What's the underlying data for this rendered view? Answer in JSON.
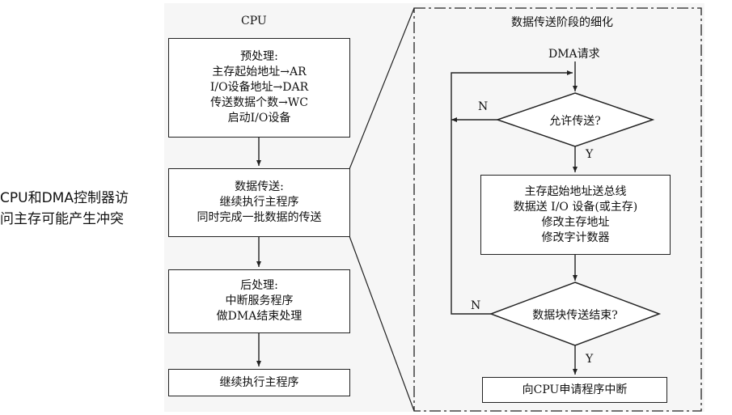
{
  "side_note": {
    "line1": "CPU和DMA控制器访",
    "line2": "问主存可能产生冲突"
  },
  "left": {
    "title": "CPU",
    "pre": {
      "heading": "预处理:",
      "lines": [
        "主存起始地址→AR",
        "I/O设备地址→DAR",
        "传送数据个数→WC",
        "启动I/O设备"
      ]
    },
    "transfer": {
      "heading": "数据传送:",
      "lines": [
        "继续执行主程序",
        "同时完成一批数据的传送"
      ]
    },
    "post": {
      "heading": "后处理:",
      "lines": [
        "中断服务程序",
        "做DMA结束处理"
      ]
    },
    "continue": "继续执行主程序"
  },
  "right": {
    "title": "数据传送阶段的细化",
    "dma_request": "DMA请求",
    "decision1": "允许传送?",
    "d1_no": "N",
    "d1_yes": "Y",
    "process": [
      "主存起始地址送总线",
      "数据送 I/O 设备(或主存)",
      "修改主存地址",
      "修改字计数器"
    ],
    "decision2": "数据块传送结束?",
    "d2_no": "N",
    "d2_yes": "Y",
    "final": "向CPU申请程序中断"
  }
}
